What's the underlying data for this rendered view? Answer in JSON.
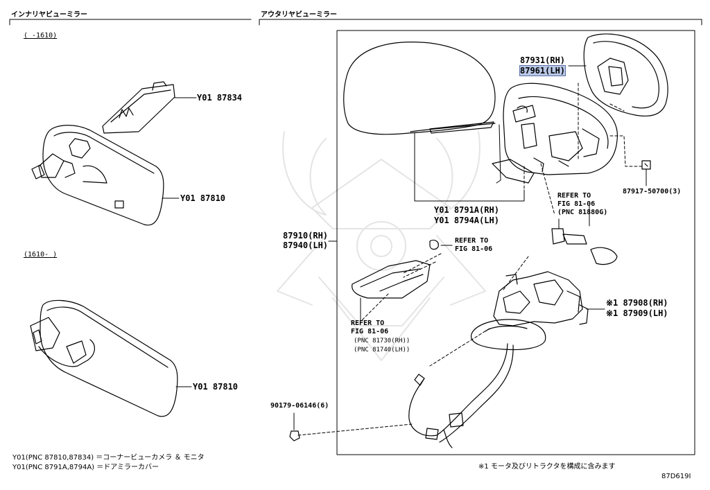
{
  "sections": {
    "inner_title": "インナリヤビューミラー",
    "outer_title": "アウタリヤビューミラー"
  },
  "inner": {
    "range_before": "(     -1610)",
    "range_after": "(1610-     )",
    "callout_87834": "Y01 87834",
    "callout_87810_top": "Y01 87810",
    "callout_87810_bottom": "Y01 87810"
  },
  "outer": {
    "p87931": "87931(RH)",
    "p87961": "87961(LH)",
    "p87917": "87917-50700(3)",
    "refer_81880": {
      "l1": "REFER TO",
      "l2": "FIG 81-06",
      "l3": "(PNC 81880G)"
    },
    "p8791A": "Y01 8791A(RH)",
    "p8794A": "Y01 8794A(LH)",
    "p87910": "87910(RH)",
    "p87940": "87940(LH)",
    "refer_top": {
      "l1": "REFER TO",
      "l2": "FIG 81-06"
    },
    "refer_81730": {
      "l1": "REFER TO",
      "l2": "FIG 81-06",
      "l3": "(PNC 81730(RH))",
      "l4": "(PNC 81740(LH))"
    },
    "p87908": "※1 87908(RH)",
    "p87909": "※1 87909(LH)",
    "p90179": "90179-06146(6)"
  },
  "footnotes": {
    "line1": "Y01(PNC 87810,87834) ＝コーナービューカメラ ＆ モニタ",
    "line2": "Y01(PNC 8791A,8794A) ＝ドアミラーカバー",
    "note1": "※1 モータ及びリトラクタを構成に含みます",
    "fig_id": "87D619I"
  },
  "colors": {
    "line": "#000000",
    "highlight": "#b9c7e6",
    "watermark": "#e6e6e6"
  }
}
